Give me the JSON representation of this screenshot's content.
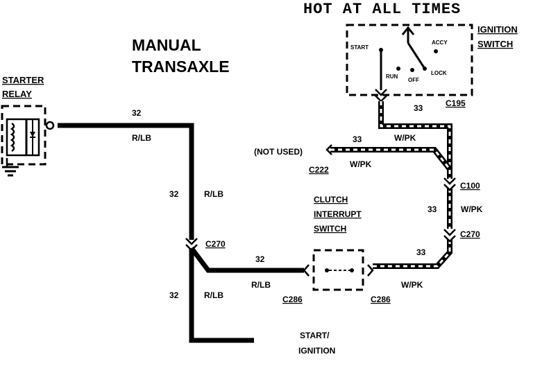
{
  "header": {
    "hot_at_all_times": "HOT AT ALL TIMES"
  },
  "transaxle": {
    "line1": "MANUAL",
    "line2": "TRANSAXLE"
  },
  "starter_relay": {
    "line1": "STARTER",
    "line2": "RELAY"
  },
  "ignition_switch": {
    "line1": "IGNITION",
    "line2": "SWITCH",
    "positions": {
      "start": "START",
      "accy": "ACCY",
      "run": "RUN",
      "off": "OFF",
      "lock": "LOCK"
    }
  },
  "clutch_switch": {
    "line1": "CLUTCH",
    "line2": "INTERRUPT",
    "line3": "SWITCH"
  },
  "not_used": "(NOT USED)",
  "start_ignition": {
    "line1": "START/",
    "line2": "IGNITION"
  },
  "circuits": {
    "c32": "32",
    "c33": "33",
    "rlb": "R/LB",
    "wpk": "W/PK"
  },
  "connectors": {
    "c195": "C195",
    "c222": "C222",
    "c100": "C100",
    "c270": "C270",
    "c286": "C286"
  }
}
